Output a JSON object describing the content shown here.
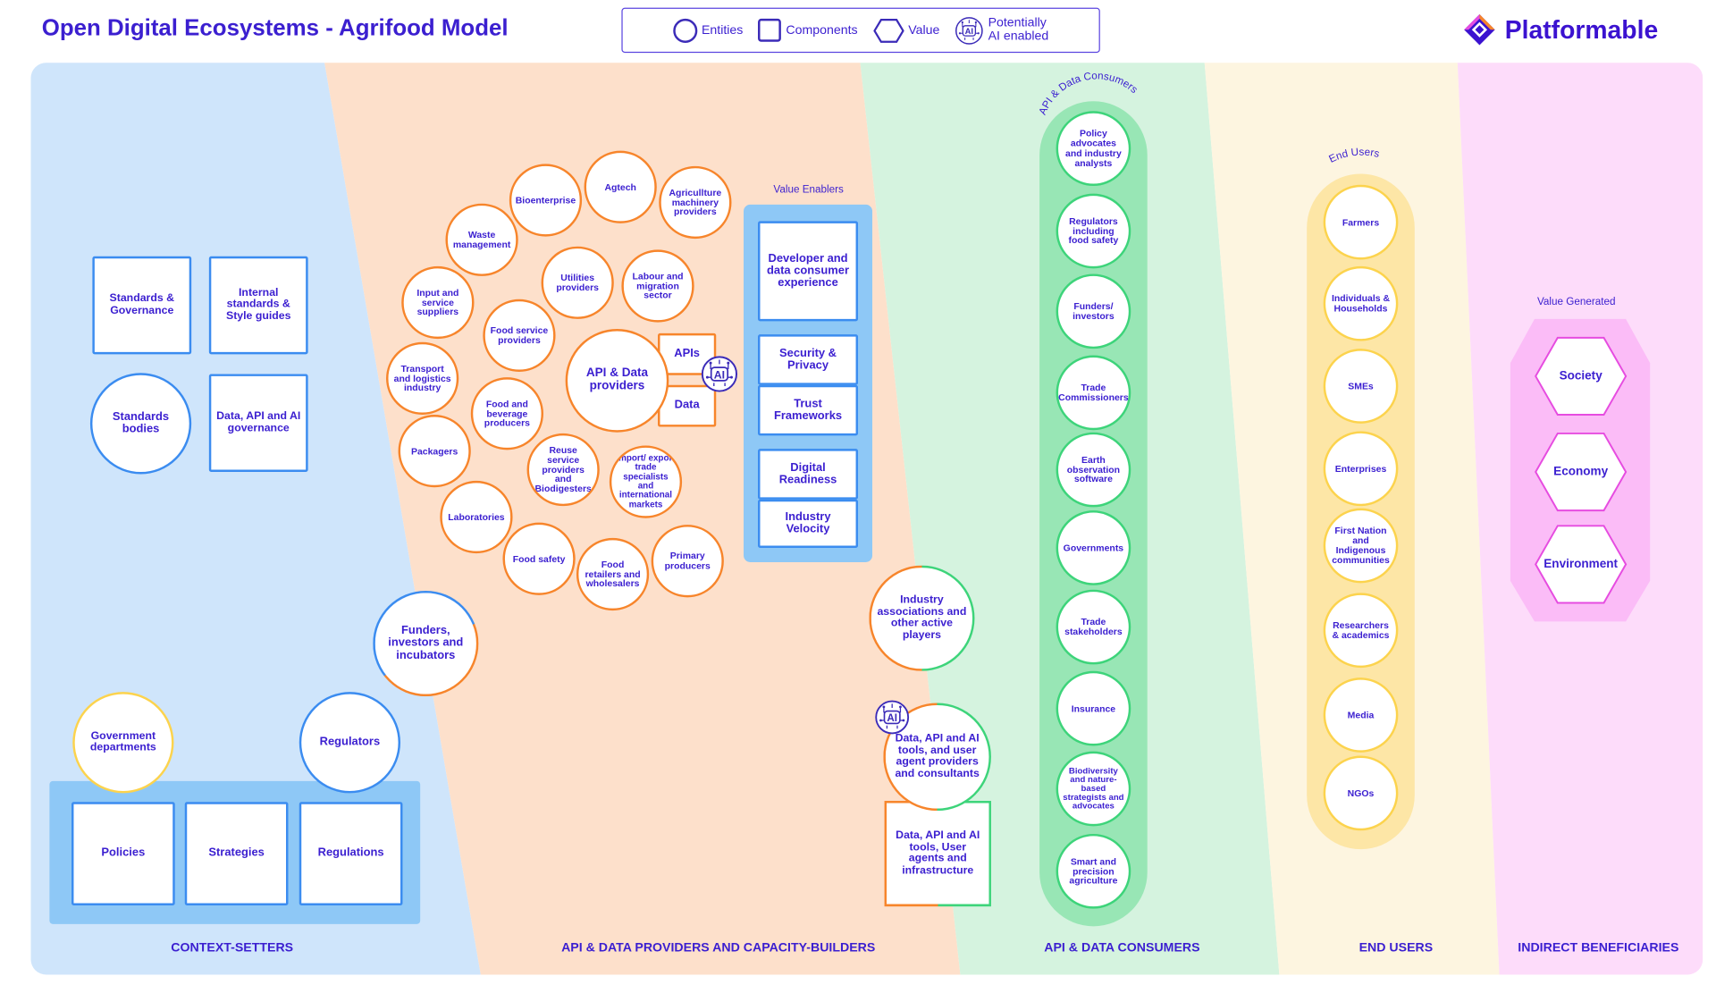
{
  "header": {
    "title": "Open Digital Ecosystems - Agrifood Model",
    "logo_text": "Platformable"
  },
  "legend": {
    "entities": "Entities",
    "components": "Components",
    "value": "Value",
    "ai_line1": "Potentially",
    "ai_line2": "AI enabled",
    "ai_badge": "AI"
  },
  "sections": {
    "context_setters": "CONTEXT-SETTERS",
    "providers": "API & DATA PROVIDERS AND CAPACITY-BUILDERS",
    "consumers": "API & DATA CONSUMERS",
    "end_users": "END USERS",
    "indirect": "INDIRECT BENEFICIARIES"
  },
  "context_setters": {
    "standards_governance": "Standards & Governance",
    "internal_standards": "Internal standards & Style guides",
    "standards_bodies": "Standards bodies",
    "data_api_ai_governance": "Data, API and AI governance",
    "government_departments": "Government departments",
    "regulators": "Regulators",
    "policies": "Policies",
    "strategies": "Strategies",
    "regulations": "Regulations"
  },
  "providers": {
    "funders": "Funders, investors and incubators",
    "api_data_providers": "API & Data providers",
    "apis": "APIs",
    "data": "Data",
    "entities": [
      "Bioenterprise",
      "Agtech",
      "Agricullture machinery providers",
      "Waste management",
      "Utilities providers",
      "Labour and migration sector",
      "Input and service suppliers",
      "Food service providers",
      "Transport and logistics industry",
      "Food and beverage producers",
      "Packagers",
      "Reuse service providers and Biodigesters",
      "Import/ export trade specialists and international markets",
      "Laboratories",
      "Food safety",
      "Food retailers and wholesalers",
      "Primary producers"
    ],
    "value_enablers_label": "Value Enablers",
    "value_enablers": [
      "Developer and data consumer experience",
      "Security & Privacy",
      "Trust Frameworks",
      "Digital Readiness",
      "Industry Velocity"
    ],
    "industry_associations": "Industry associations and other active players",
    "tools_providers": "Data, API and AI tools, and user agent providers and consultants",
    "tools_infrastructure": "Data, API and AI tools, User agents and infrastructure"
  },
  "consumers": {
    "arc_label": "API & Data Consumers",
    "items": [
      "Policy advocates and industry analysts",
      "Regulators including food safety",
      "Funders/ investors",
      "Trade Commissioners",
      "Earth observation software",
      "Governments",
      "Trade stakeholders",
      "Insurance",
      "Biodiversity and nature-based strategists and advocates",
      "Smart and precision agriculture"
    ]
  },
  "end_users": {
    "arc_label": "End Users",
    "items": [
      "Farmers",
      "Individuals & Households",
      "SMEs",
      "Enterprises",
      "First Nation and Indigenous communities",
      "Researchers & academics",
      "Media",
      "NGOs"
    ]
  },
  "value_generated": {
    "label": "Value Generated",
    "items": [
      "Society",
      "Economy",
      "Environment"
    ]
  },
  "colors": {
    "text": "#3b1fd0",
    "orange": "#f7852b",
    "blue": "#3b8cf0",
    "green": "#3dd47a",
    "yellow": "#fcd34d",
    "pink": "#e64ce0"
  }
}
